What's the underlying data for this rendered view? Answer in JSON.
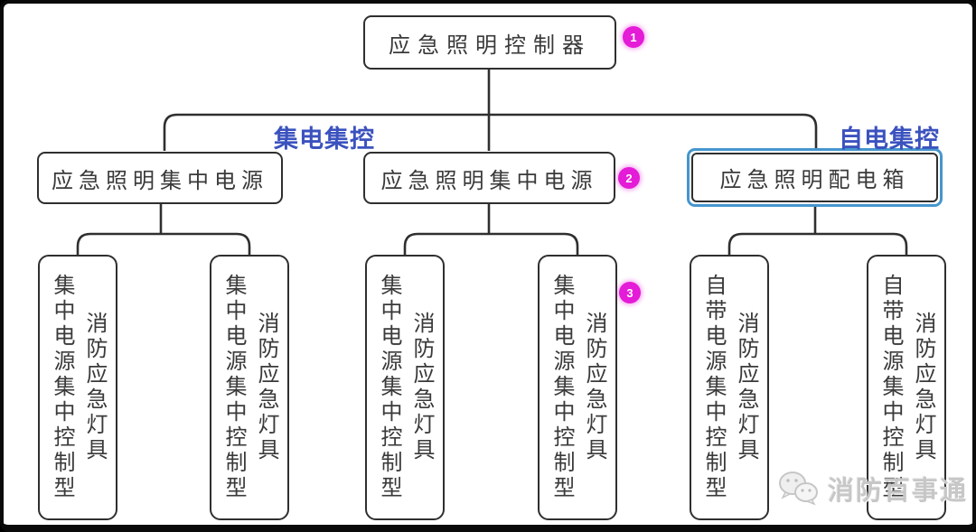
{
  "colors": {
    "line": "#2f2f2f",
    "badge_magenta": "#e41bd7",
    "label_blue": "#3b52be",
    "highlight_blue": "#4596cd"
  },
  "root": {
    "label": "应急照明控制器",
    "badge": "1"
  },
  "branch_labels": {
    "left": "集电集控",
    "right": "自电集控"
  },
  "level2": {
    "left": {
      "label": "应急照明集中电源"
    },
    "middle": {
      "label": "应急照明集中电源",
      "badge": "2"
    },
    "right": {
      "label": "应急照明配电箱",
      "highlighted": true
    }
  },
  "level3": {
    "badge": "3",
    "boxes": [
      {
        "line1": "集中电源集中控制型",
        "line2": "消防应急灯具"
      },
      {
        "line1": "集中电源集中控制型",
        "line2": "消防应急灯具"
      },
      {
        "line1": "集中电源集中控制型",
        "line2": "消防应急灯具"
      },
      {
        "line1": "集中电源集中控制型",
        "line2": "消防应急灯具"
      },
      {
        "line1": "自带电源集中控制型",
        "line2": "消防应急灯具"
      },
      {
        "line1": "自带电源集中控制型",
        "line2": "消防应急灯具"
      }
    ]
  },
  "watermark": {
    "icon": "wechat-icon",
    "text": "消防百事通"
  }
}
